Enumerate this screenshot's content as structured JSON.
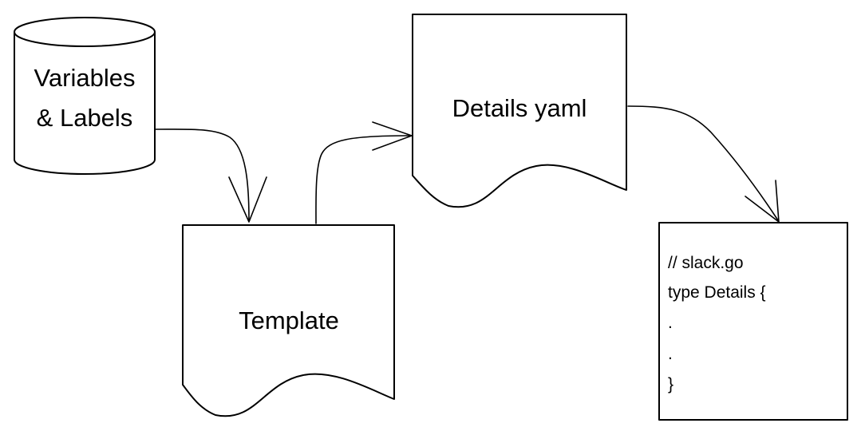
{
  "nodes": {
    "variables_labels": {
      "line1": "Variables",
      "line2": "& Labels",
      "shape": "database-cylinder"
    },
    "template": {
      "label": "Template",
      "shape": "document"
    },
    "details_yaml": {
      "label": "Details yaml",
      "shape": "document"
    },
    "slack_go": {
      "shape": "rectangle",
      "lines": [
        "// slack.go",
        "type Details {",
        ".",
        ".",
        "}"
      ]
    }
  },
  "edges": [
    {
      "from": "variables_labels",
      "to": "template"
    },
    {
      "from": "template",
      "to": "details_yaml"
    },
    {
      "from": "details_yaml",
      "to": "slack_go"
    }
  ],
  "colors": {
    "stroke": "#000000",
    "fill": "#ffffff",
    "text": "#000000"
  }
}
